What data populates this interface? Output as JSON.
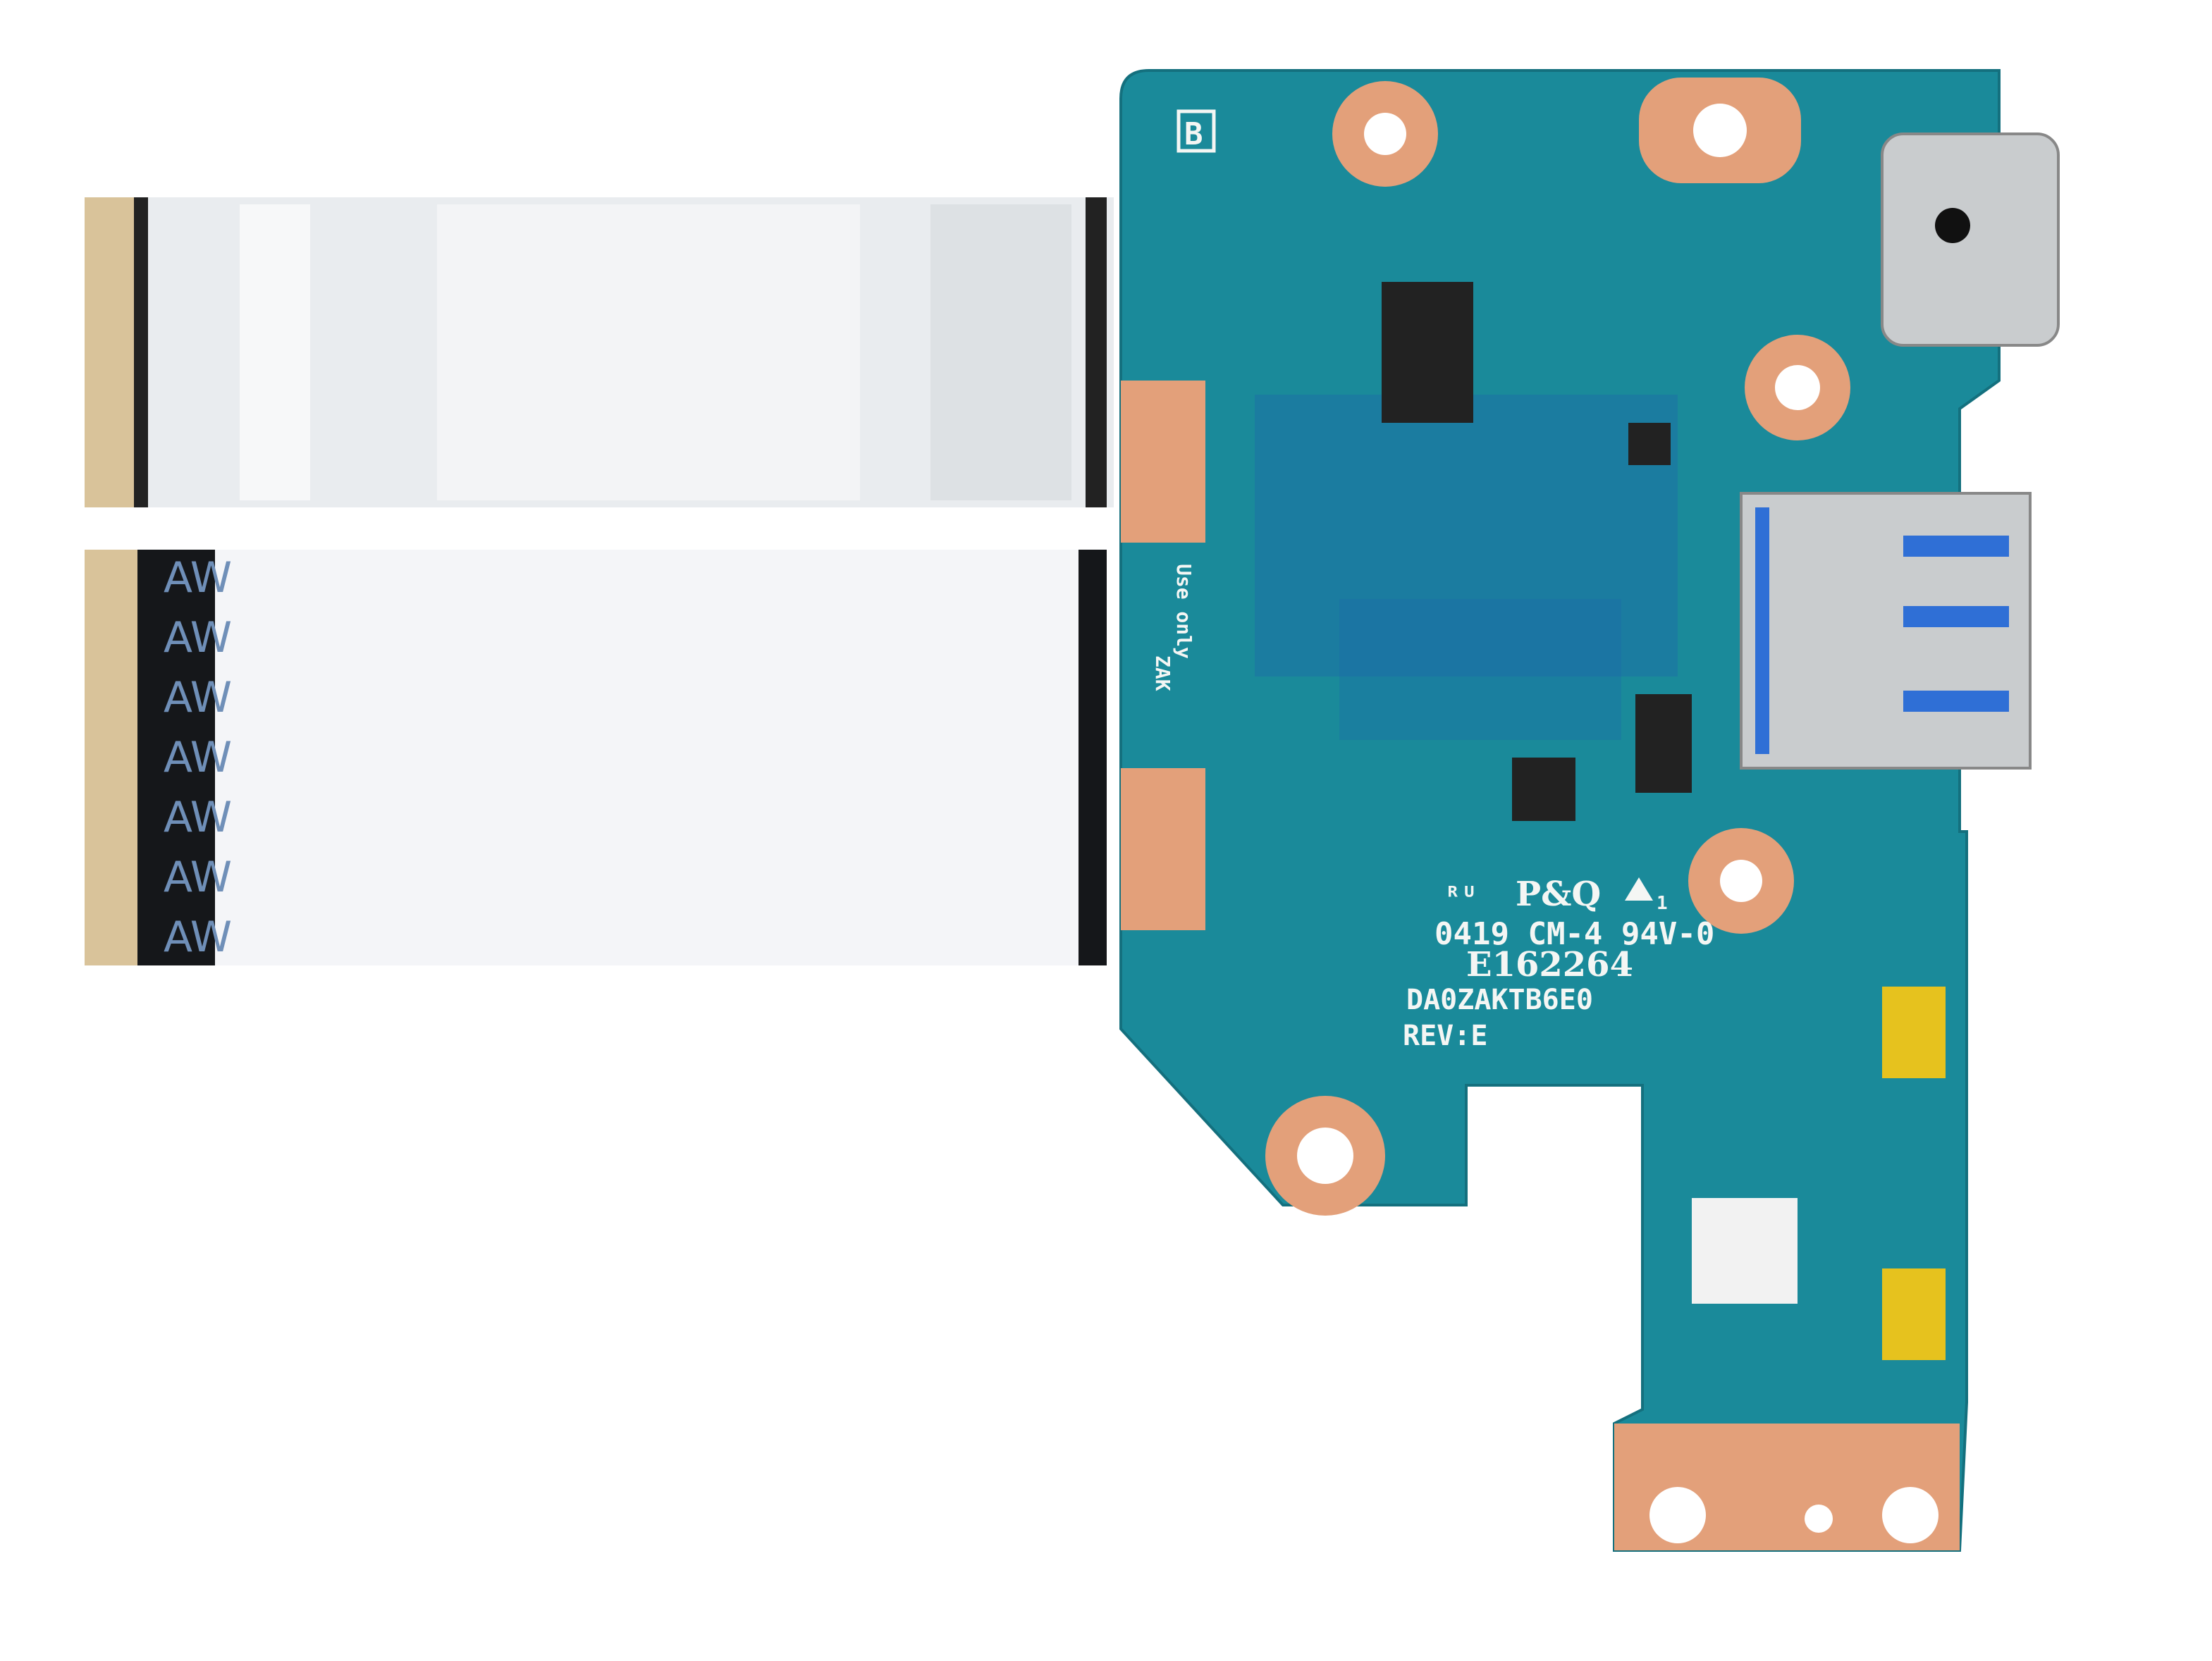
{
  "board": {
    "corner_marker": "B",
    "use_only_text": "Use only",
    "vendor_code": "ZAK",
    "ul_text": "P&Q",
    "ul_index": "1",
    "date_and_rating": "0419 CM-4 94V-0",
    "ul_file": "E162264",
    "part_number": "DA0ZAKTB6E0",
    "revision": "REV:E"
  },
  "cables": {
    "lower_cable_print": "AW"
  },
  "colors": {
    "pcb": "#1a8a9a",
    "copper": "#e3a07a",
    "connector_yellow": "#e6c21e",
    "usb_blue": "#2f6fd6"
  }
}
